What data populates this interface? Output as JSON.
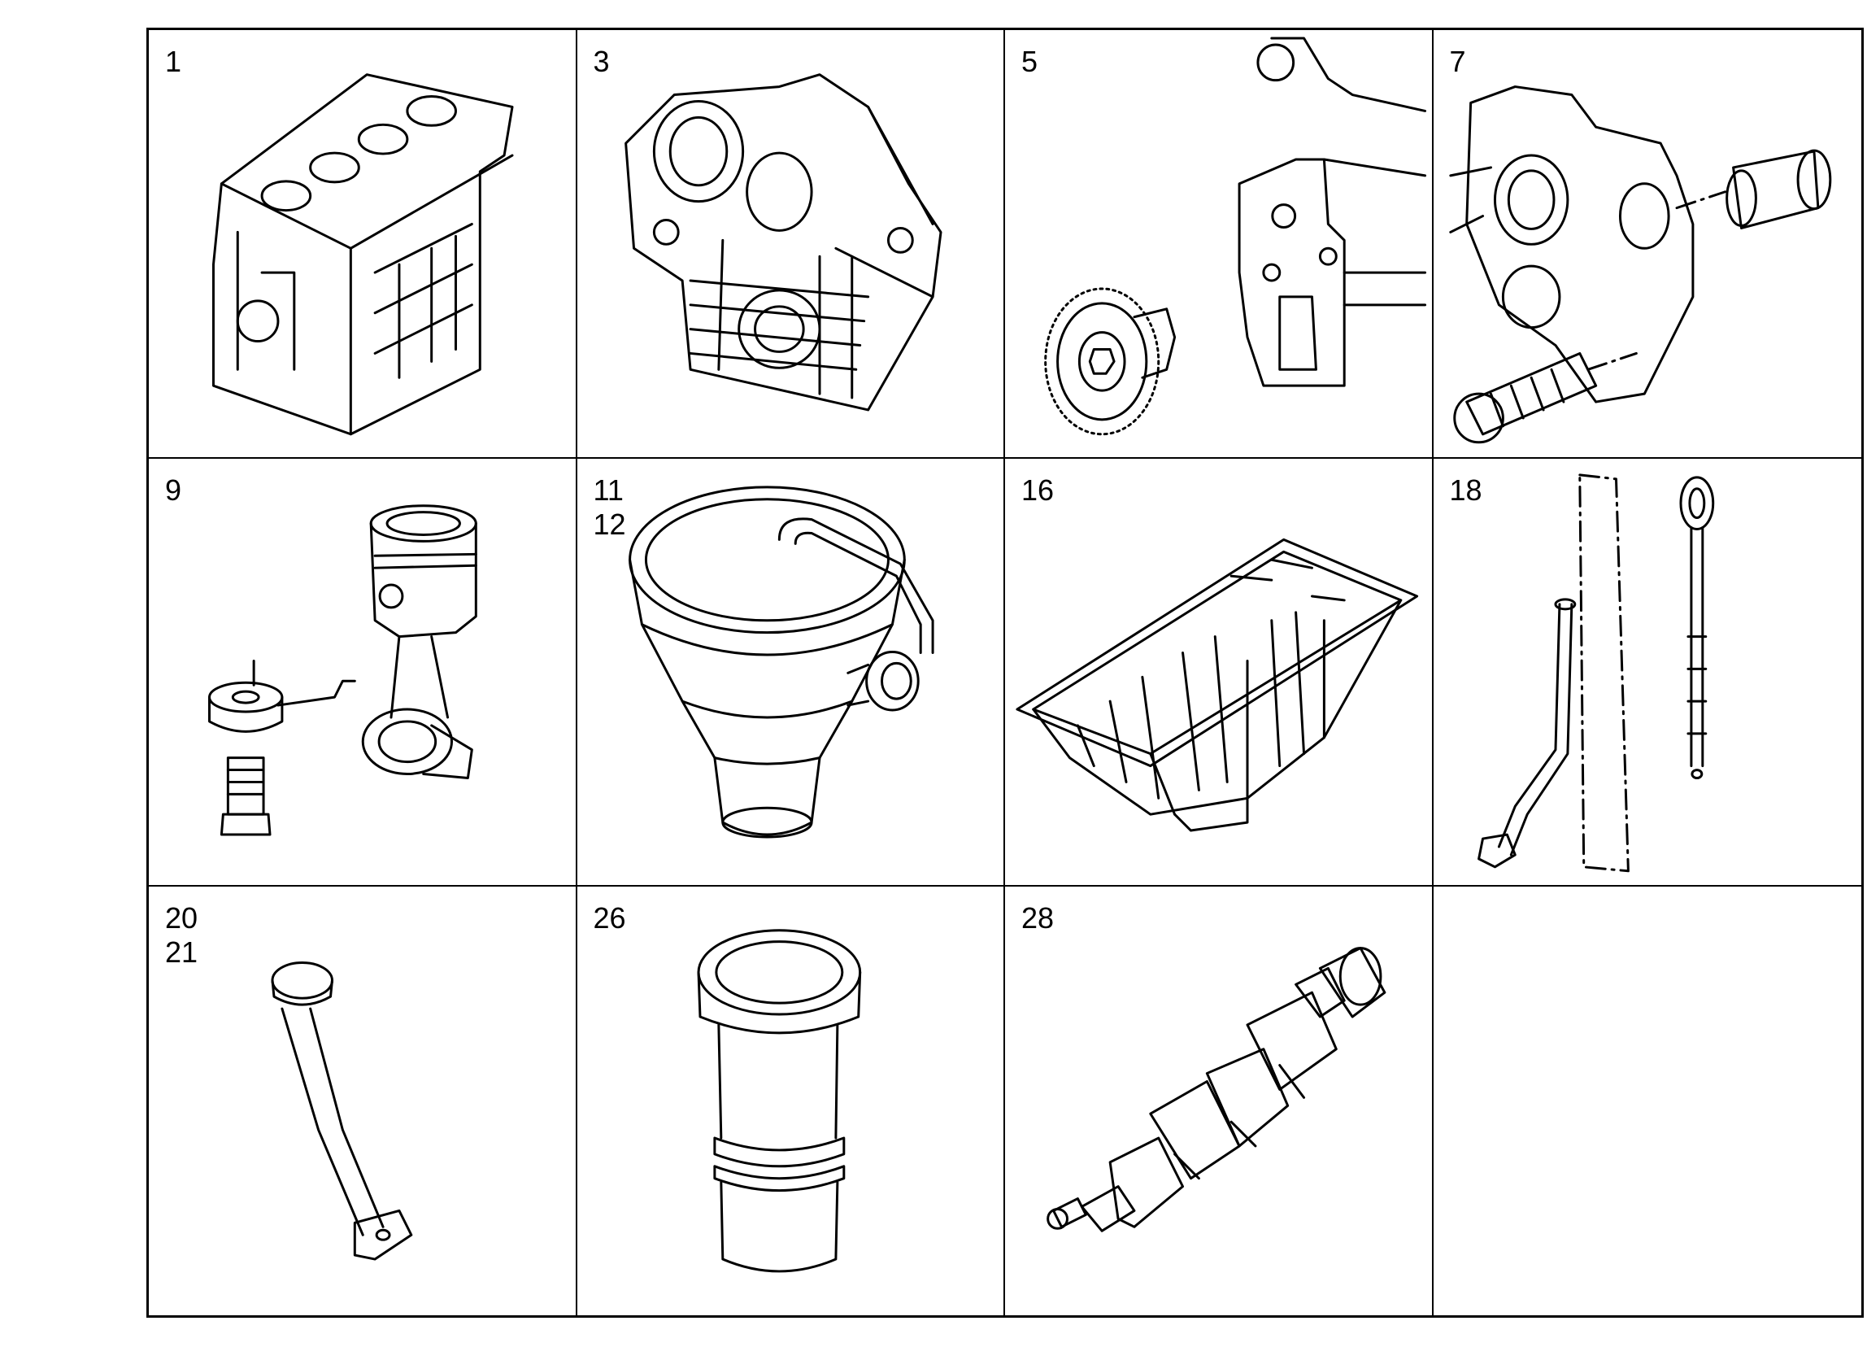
{
  "cells": [
    {
      "label": "1",
      "part": "engine-block"
    },
    {
      "label": "3",
      "part": "timing-case"
    },
    {
      "label": "5",
      "part": "gear-and-housing"
    },
    {
      "label": "7",
      "part": "front-cover-with-seals"
    },
    {
      "label": "9",
      "part": "piston-and-connecting-rod"
    },
    {
      "label": "11\n12",
      "part": "oil-strainer"
    },
    {
      "label": "16",
      "part": "oil-pan"
    },
    {
      "label": "18",
      "part": "dipstick-and-tube"
    },
    {
      "label": "20\n21",
      "part": "oil-filler-tube"
    },
    {
      "label": "26",
      "part": "cylinder-liner"
    },
    {
      "label": "28",
      "part": "crankshaft"
    },
    {
      "label": "",
      "part": "empty"
    }
  ]
}
